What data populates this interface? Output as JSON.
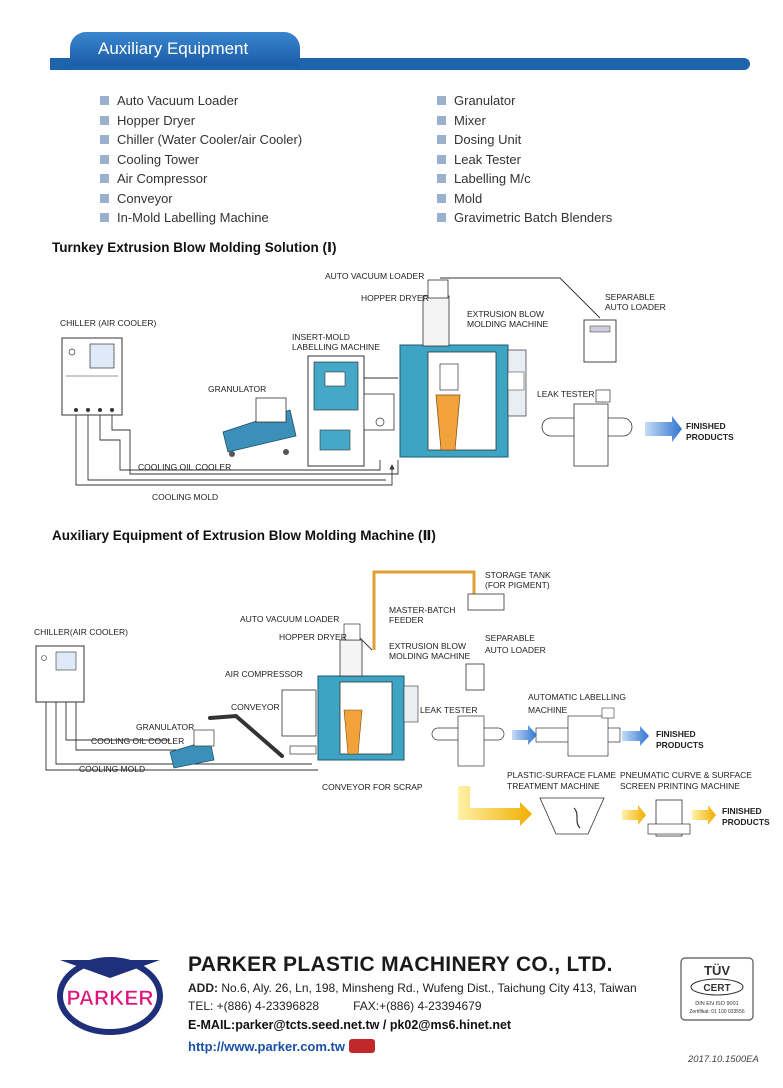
{
  "header": {
    "title": "Auxiliary Equipment"
  },
  "equipment": {
    "left": [
      "Auto Vacuum Loader",
      "Hopper Dryer",
      "Chiller (Water Cooler/air Cooler)",
      "Cooling Tower",
      "Air Compressor",
      "Conveyor",
      "In-Mold Labelling Machine"
    ],
    "right": [
      "Granulator",
      "Mixer",
      "Dosing Unit",
      "Leak Tester",
      "Labelling M/c",
      "Mold",
      "Gravimetric Batch Blenders"
    ]
  },
  "diagram1": {
    "title": "Turnkey Extrusion Blow Molding Solution (Ⅰ)",
    "labels": {
      "auto_vacuum_loader": "AUTO VACUUM LOADER",
      "hopper_dryer": "HOPPER DRYER",
      "separable_1": "SEPARABLE",
      "separable_2": "AUTO LOADER",
      "extrusion_1": "EXTRUSION BLOW",
      "extrusion_2": "MOLDING MACHINE",
      "chiller": "CHILLER (AIR COOLER)",
      "insert_mold_1": "INSERT-MOLD",
      "insert_mold_2": "LABELLING MACHINE",
      "granulator": "GRANULATOR",
      "leak_tester": "LEAK TESTER",
      "finished_1": "FINISHED",
      "finished_2": "PRODUCTS",
      "cooling_oil": "COOLING OIL COOLER",
      "cooling_mold": "COOLING MOLD"
    }
  },
  "diagram2": {
    "title": "Auxiliary Equipment of Extrusion Blow Molding Machine (Ⅱ)",
    "labels": {
      "storage_tank_1": "STORAGE TANK",
      "storage_tank_2": "(FOR PIGMENT)",
      "master_batch_1": "MASTER-BATCH",
      "master_batch_2": "FEEDER",
      "auto_vacuum_loader": "AUTO VACUUM LOADER",
      "chiller": "CHILLER(AIR COOLER)",
      "hopper_dryer": "HOPPER DRYER",
      "extrusion_1": "EXTRUSION BLOW",
      "extrusion_2": "MOLDING MACHINE",
      "separable_1": "SEPARABLE",
      "separable_2": "AUTO LOADER",
      "air_compressor": "AIR COMPRESSOR",
      "auto_label_1": "AUTOMATIC LABELLING",
      "auto_label_2": "MACHINE",
      "conveyor": "CONVEYOR",
      "leak_tester": "LEAK TESTER",
      "granulator": "GRANULATOR",
      "finished_a1": "FINISHED",
      "finished_a2": "PRODUCTS",
      "cooling_oil": "COOLING OIL COOLER",
      "cooling_mold": "COOLING MOLD",
      "flame_1": "PLASTIC-SURFACE FLAME",
      "flame_2": "TREATMENT MACHINE",
      "pneumatic_1": "PNEUMATIC CURVE & SURFACE",
      "pneumatic_2": "SCREEN PRINTING MACHINE",
      "conveyor_scrap": "CONVEYOR FOR SCRAP",
      "finished_b1": "FINISHED",
      "finished_b2": "PRODUCTS"
    }
  },
  "footer": {
    "logo_text": "PARKER",
    "company": "PARKER PLASTIC MACHINERY CO., LTD.",
    "addr_label": "ADD:",
    "addr_value": " No.6, Aly. 26, Ln, 198, Minsheng Rd., Wufeng Dist., Taichung City 413, Taiwan",
    "tel": "TEL: +(886) 4-23396828",
    "fax": "FAX:+(886) 4-23394679",
    "email": "E-MAIL:parker@tcts.seed.net.tw  /  pk02@ms6.hinet.net",
    "web": "http://www.parker.com.tw",
    "cert_brand": "TÜV",
    "cert_word": "CERT",
    "cert_line1": "DIN EN ISO 9001",
    "cert_line2": "Zertifikat: 01 100 033556",
    "edition": "2017.10.1500EA"
  },
  "colors": {
    "header_blue": "#1e64ac",
    "machine_teal": "#3ea4c4",
    "arrow_blue": "#3c7fd6",
    "arrow_yellow": "#f2b400",
    "logo_pink": "#e0137a",
    "logo_navy": "#1f2f7a"
  }
}
